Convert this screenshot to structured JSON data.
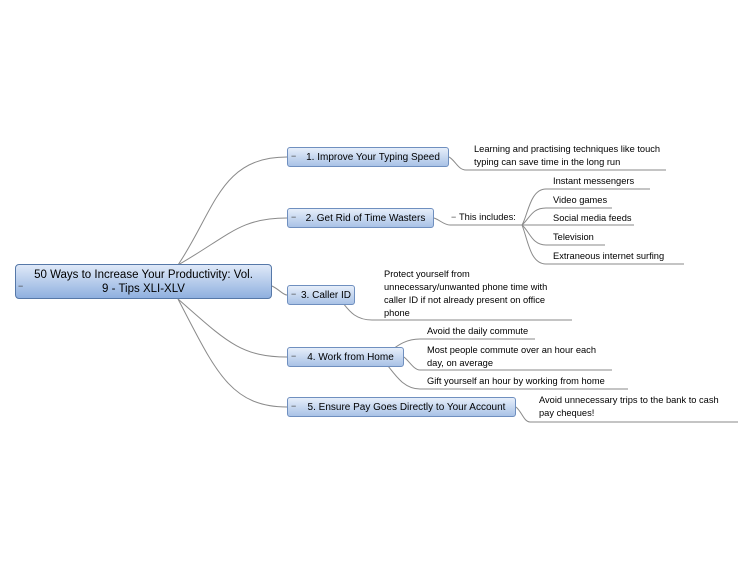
{
  "root": {
    "title": "50 Ways to Increase Your Productivity: Vol. 9 - Tips XLI-XLV",
    "collapse": "−"
  },
  "topics": [
    {
      "label": "1. Improve Your Typing Speed",
      "collapse": "−"
    },
    {
      "label": "2. Get Rid of Time Wasters",
      "collapse": "−"
    },
    {
      "label": "3. Caller ID",
      "collapse": "−"
    },
    {
      "label": "4. Work from Home",
      "collapse": "−"
    },
    {
      "label": "5. Ensure Pay Goes Directly to Your Account",
      "collapse": "−"
    }
  ],
  "subtopics": {
    "typing": "Learning and practising techniques like touch typing can save time in the long run",
    "wasters_intro": "This includes:",
    "wasters_intro_collapse": "−",
    "wasters": [
      "Instant messengers",
      "Video games",
      "Social media feeds",
      "Television",
      "Extraneous internet surfing"
    ],
    "caller_id": "Protect yourself from unnecessary/unwanted phone time with caller ID if not already present on office phone",
    "home": [
      "Avoid the daily commute",
      "Most people commute over an hour each day, on average",
      "Gift yourself an hour by working from home"
    ],
    "pay": "Avoid unnecessary trips to the bank to cash pay cheques!"
  },
  "colors": {
    "node_fill_top": "#e6eefa",
    "node_fill_bottom": "#a9c2e6",
    "node_border": "#6f8fbf",
    "connector": "#8a8a8a"
  }
}
